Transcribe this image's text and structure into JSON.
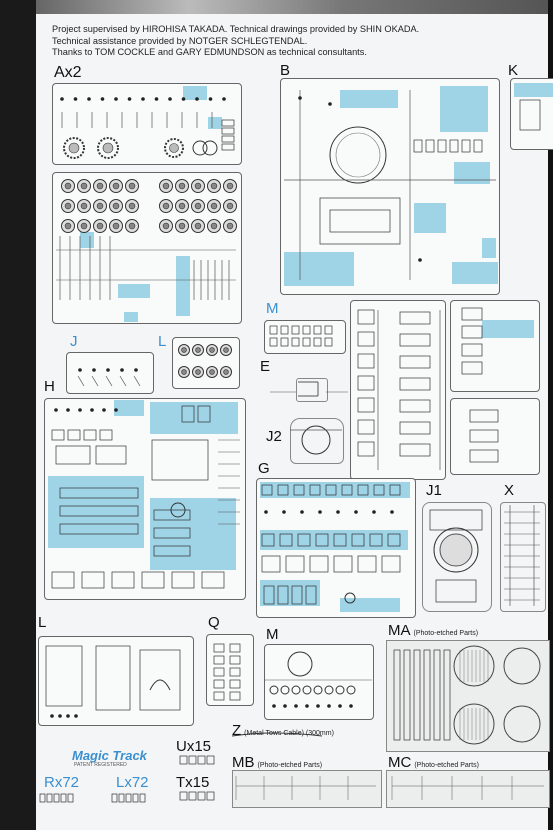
{
  "credits": [
    "Project supervised by HIROHISA TAKADA. Technical drawings provided by SHIN OKADA.",
    "Technical assistance provided by NOTGER SCHLEGTENDAL.",
    "Thanks to TOM COCKLE and GARY EDMUNDSON as technical consultants."
  ],
  "labels": {
    "ax2": "Ax2",
    "b": "B",
    "k": "K",
    "m_blue": "M",
    "j": "J",
    "l_blue": "L",
    "e": "E",
    "h": "H",
    "j2": "J2",
    "g": "G",
    "j1": "J1",
    "x": "X",
    "l": "L",
    "q": "Q",
    "m": "M",
    "ma": "MA",
    "ma_note": "(Photo-etched Parts)",
    "z": "Z",
    "z_note": "(Metal Tows Cable) (300mm)",
    "ux15": "Ux15",
    "tx15": "Tx15",
    "mb": "MB",
    "mb_note": "(Photo-etched Parts)",
    "mc": "MC",
    "mc_note": "(Photo-etched Parts)",
    "rx72": "Rx72",
    "lx72": "Lx72"
  },
  "brand": {
    "name": "Magic Track",
    "tagline": "PATENT REGISTERED"
  },
  "colors": {
    "highlight": "#9fd3e6",
    "blue_label": "#3a8fd0",
    "paper": "#f4f5f6"
  }
}
